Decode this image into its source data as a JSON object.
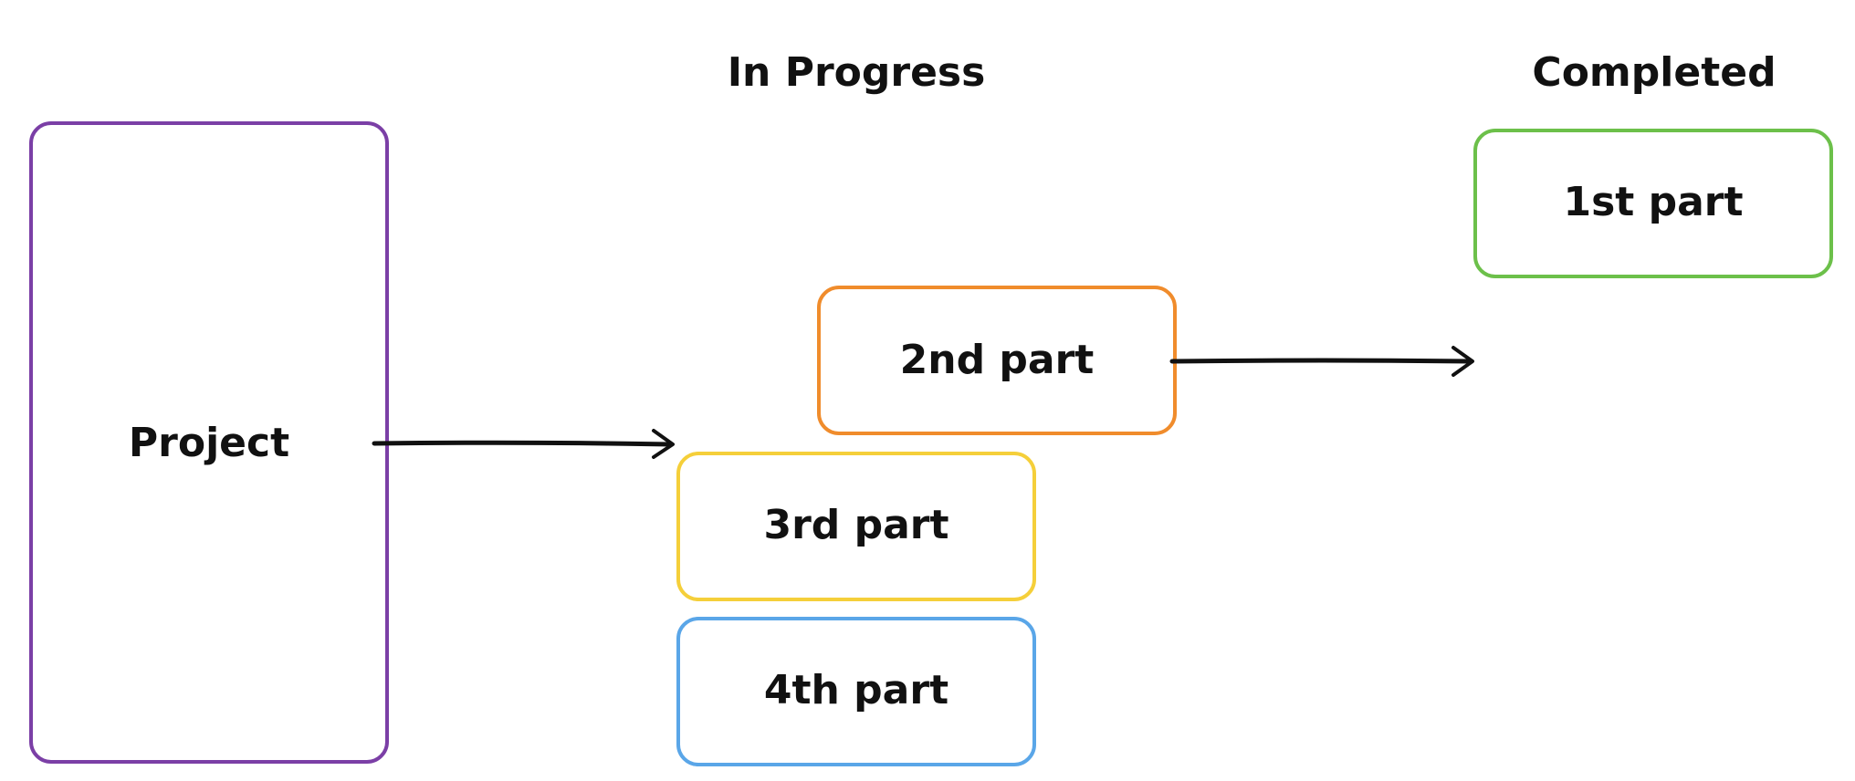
{
  "headings": {
    "in_progress": "In Progress",
    "completed": "Completed"
  },
  "nodes": {
    "project": {
      "label": "Project",
      "color": "#7b3fa6"
    },
    "part1": {
      "label": "1st part",
      "color": "#6cc04a"
    },
    "part2": {
      "label": "2nd part",
      "color": "#f08c2c"
    },
    "part3": {
      "label": "3rd part",
      "color": "#f5cf3a"
    },
    "part4": {
      "label": "4th part",
      "color": "#5aa6e8"
    }
  },
  "edges": [
    {
      "from": "Project",
      "to": "In Progress"
    },
    {
      "from": "2nd part",
      "to": "Completed"
    }
  ]
}
